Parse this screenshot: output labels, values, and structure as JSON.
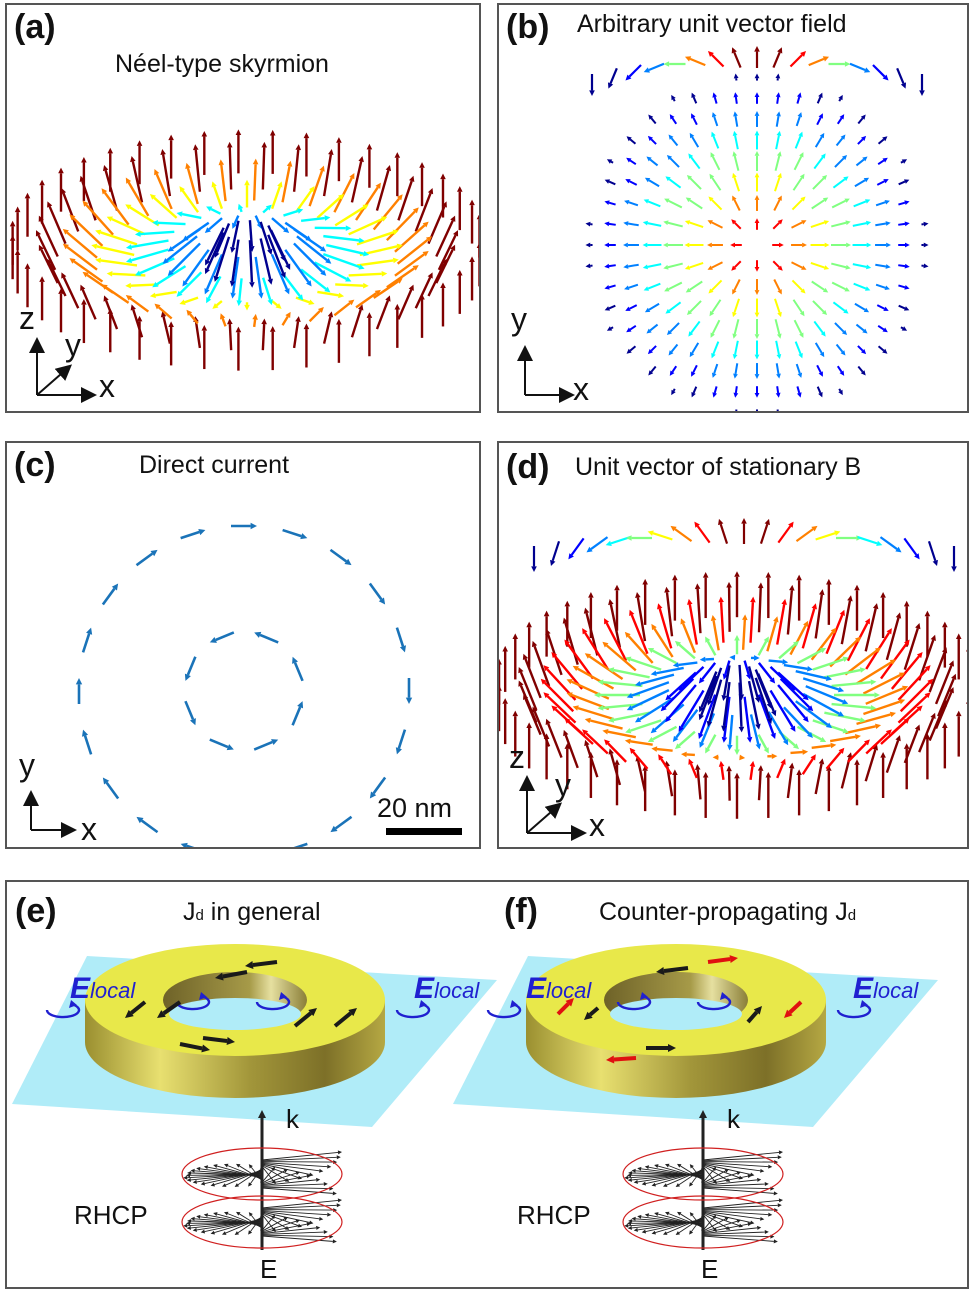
{
  "figure": {
    "panels": [
      {
        "id": "a",
        "label": "(a)",
        "title": "Néel-type skyrmion",
        "axes": [
          "z",
          "y",
          "x"
        ]
      },
      {
        "id": "b",
        "label": "(b)",
        "title": "Arbitrary unit vector field",
        "axes": [
          "y",
          "x"
        ]
      },
      {
        "id": "c",
        "label": "(c)",
        "title": "Direct current",
        "axes": [
          "y",
          "x"
        ],
        "scale_bar": "20 nm"
      },
      {
        "id": "d",
        "label": "(d)",
        "title": "Unit vector of stationary B",
        "axes": [
          "z",
          "y",
          "x"
        ]
      },
      {
        "id": "e",
        "label": "(e)",
        "title_main": "J",
        "title_sub": "d",
        "title_rest": " in general",
        "field_label_main": "E",
        "field_label_sub": "local",
        "polarization": "RHCP",
        "k_label": "k",
        "e_label": "E"
      },
      {
        "id": "f",
        "label": "(f)",
        "title_pre": "Counter-propagating J",
        "title_sub": "d",
        "field_label_main": "E",
        "field_label_sub": "local",
        "polarization": "RHCP",
        "k_label": "k",
        "e_label": "E"
      }
    ],
    "colors": {
      "colormap_jet": [
        "#00008f",
        "#0000ff",
        "#0080ff",
        "#00ffff",
        "#80ff80",
        "#ffff00",
        "#ff8000",
        "#ff0000",
        "#800000"
      ],
      "current_arrow": "#1a73b8",
      "ring_gold": "#e8e84a",
      "ring_side": "#b3a63a",
      "plane": "#b0ecf8",
      "e_local": "#2020d0",
      "jd_arrow": "#1a1a1a",
      "counter_arrow": "#e01010",
      "helix_outline": "#d02020"
    },
    "panel_c": {
      "outer_ring_arrows": 20,
      "inner_ring_arrows": 8,
      "direction": "outer clockwise, inner counter-clockwise"
    }
  }
}
